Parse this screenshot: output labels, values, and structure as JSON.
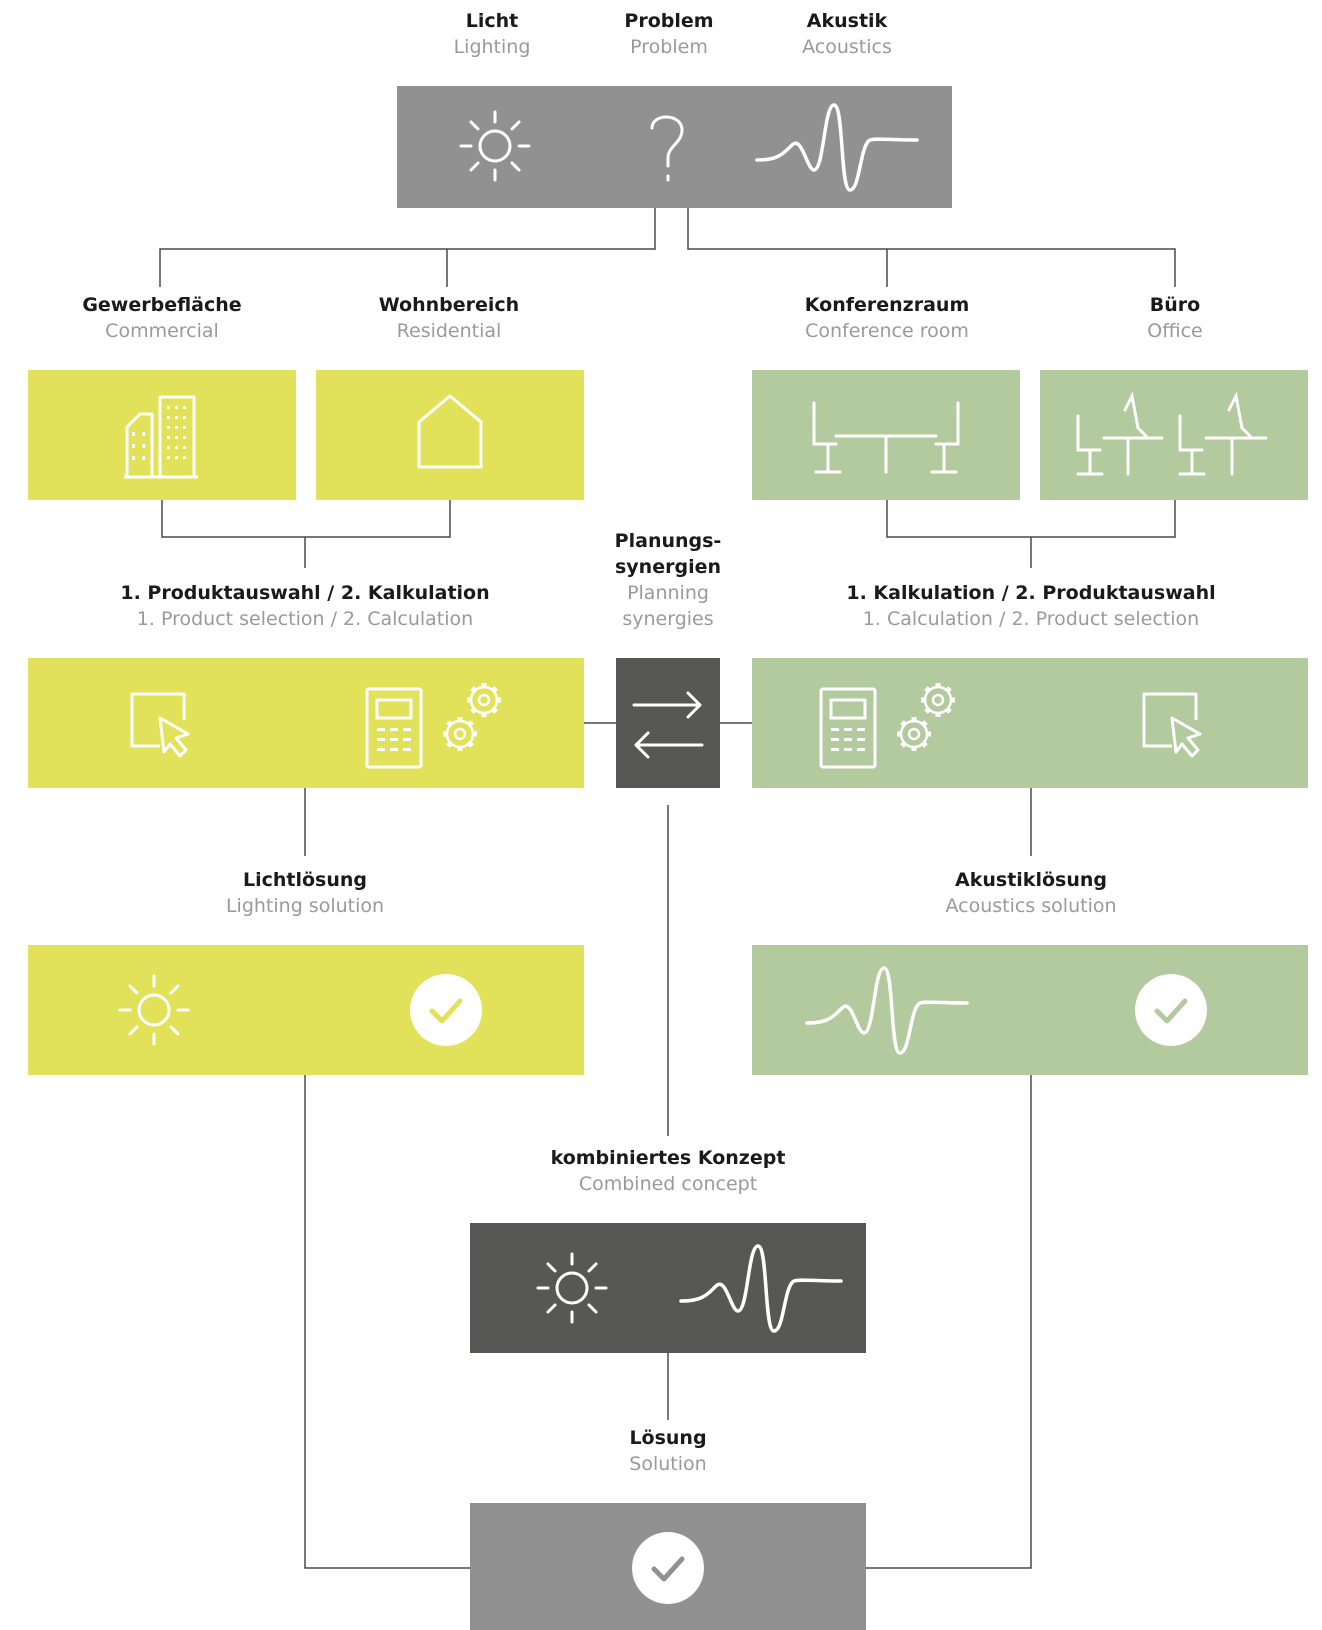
{
  "top_labels": [
    {
      "de": "Licht",
      "en": "Lighting"
    },
    {
      "de": "Problem",
      "en": "Problem"
    },
    {
      "de": "Akustik",
      "en": "Acoustics"
    }
  ],
  "space_labels": [
    {
      "de": "Gewerbefläche",
      "en": "Commercial"
    },
    {
      "de": "Wohnbereich",
      "en": "Residential"
    },
    {
      "de": "Konferenzraum",
      "en": "Conference room"
    },
    {
      "de": "Büro",
      "en": "Office"
    }
  ],
  "process_labels": {
    "lighting": {
      "de": "1. Produktauswahl / 2. Kalkulation",
      "en": "1. Product selection / 2. Calculation"
    },
    "acoustics": {
      "de": "1. Kalkulation / 2. Produktauswahl",
      "en": "1. Calculation / 2. Product selection"
    }
  },
  "synergy_label": {
    "de1": "Planungs-",
    "de2": "synergien",
    "en1": "Planning",
    "en2": "synergies"
  },
  "solution_labels": {
    "lighting": {
      "de": "Lichtlösung",
      "en": "Lighting solution"
    },
    "acoustics": {
      "de": "Akustiklösung",
      "en": "Acoustics solution"
    }
  },
  "combined_label": {
    "de": "kombiniertes Konzept",
    "en": "Combined concept"
  },
  "final_label": {
    "de": "Lösung",
    "en": "Solution"
  },
  "colors": {
    "lighting_yellow": "#e2e25a",
    "acoustics_green": "#b2ca9d",
    "problem_gray": "#919191",
    "combined_dark": "#575756",
    "connector_line": "#4a4a4a"
  }
}
